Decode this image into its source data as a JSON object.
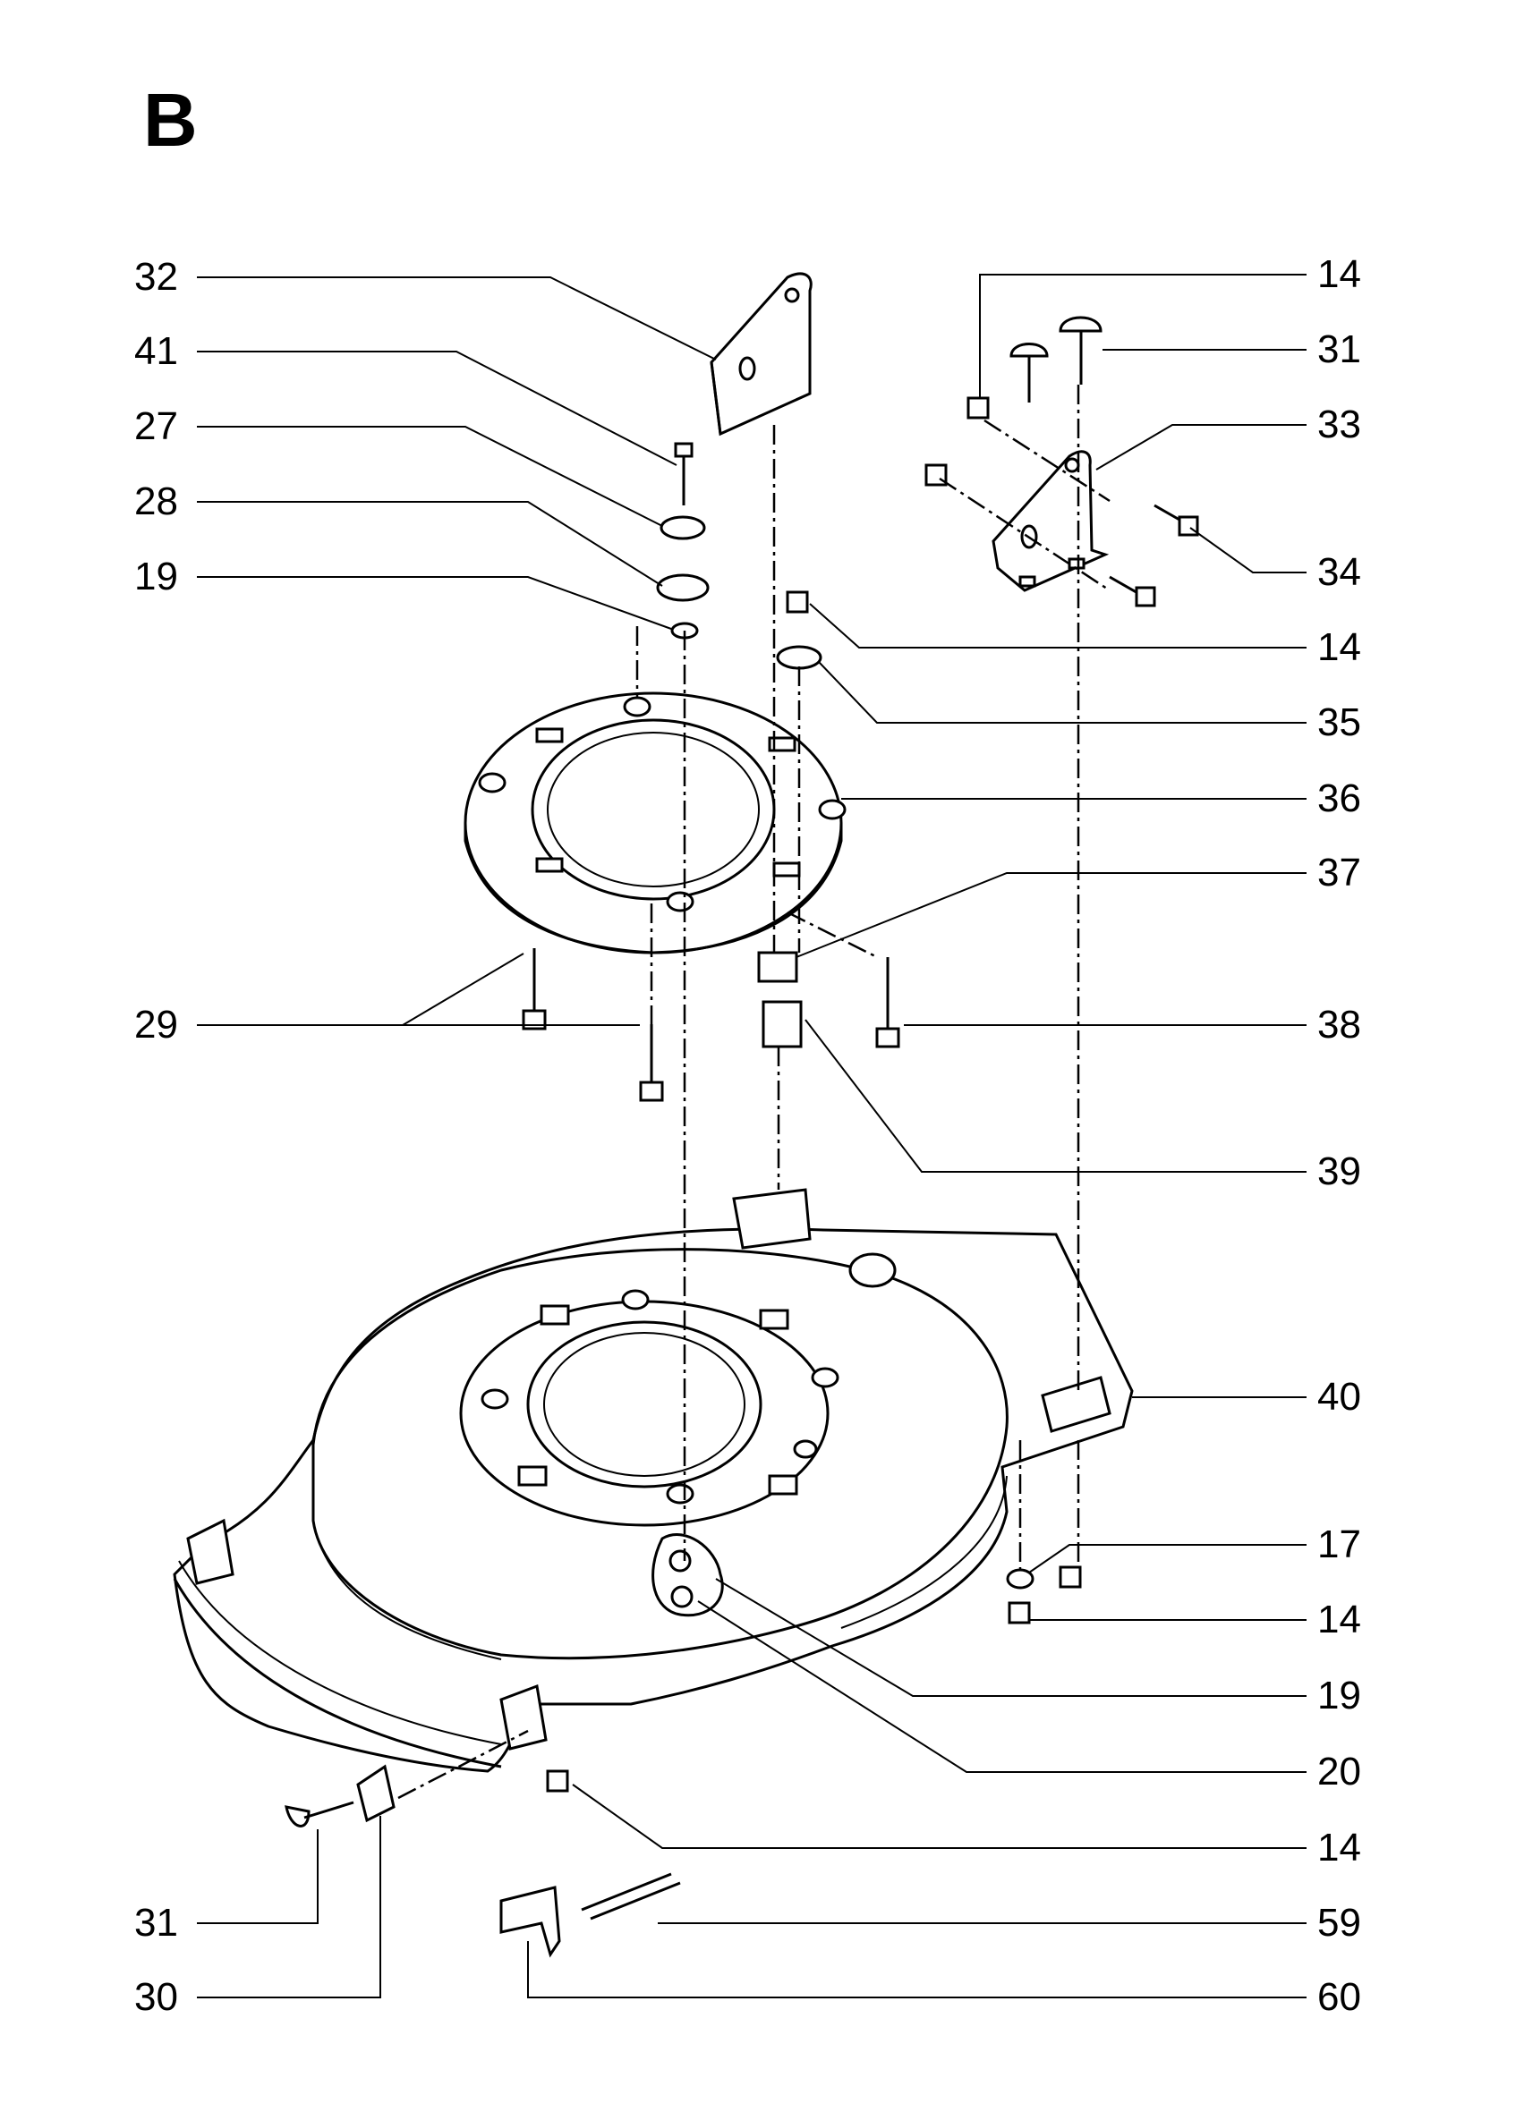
{
  "section_letter": "B",
  "callouts_left": [
    {
      "id": "c32",
      "label": "32"
    },
    {
      "id": "c41",
      "label": "41"
    },
    {
      "id": "c27",
      "label": "27"
    },
    {
      "id": "c28",
      "label": "28"
    },
    {
      "id": "c19a",
      "label": "19"
    },
    {
      "id": "c29",
      "label": "29"
    },
    {
      "id": "c31b",
      "label": "31"
    },
    {
      "id": "c30",
      "label": "30"
    }
  ],
  "callouts_right": [
    {
      "id": "r14a",
      "label": "14"
    },
    {
      "id": "r31",
      "label": "31"
    },
    {
      "id": "r33",
      "label": "33"
    },
    {
      "id": "r34",
      "label": "34"
    },
    {
      "id": "r14b",
      "label": "14"
    },
    {
      "id": "r35",
      "label": "35"
    },
    {
      "id": "r36",
      "label": "36"
    },
    {
      "id": "r37",
      "label": "37"
    },
    {
      "id": "r38",
      "label": "38"
    },
    {
      "id": "r39",
      "label": "39"
    },
    {
      "id": "r40",
      "label": "40"
    },
    {
      "id": "r17",
      "label": "17"
    },
    {
      "id": "r14c",
      "label": "14"
    },
    {
      "id": "r19",
      "label": "19"
    },
    {
      "id": "r20",
      "label": "20"
    },
    {
      "id": "r14d",
      "label": "14"
    },
    {
      "id": "r59",
      "label": "59"
    },
    {
      "id": "r60",
      "label": "60"
    }
  ]
}
